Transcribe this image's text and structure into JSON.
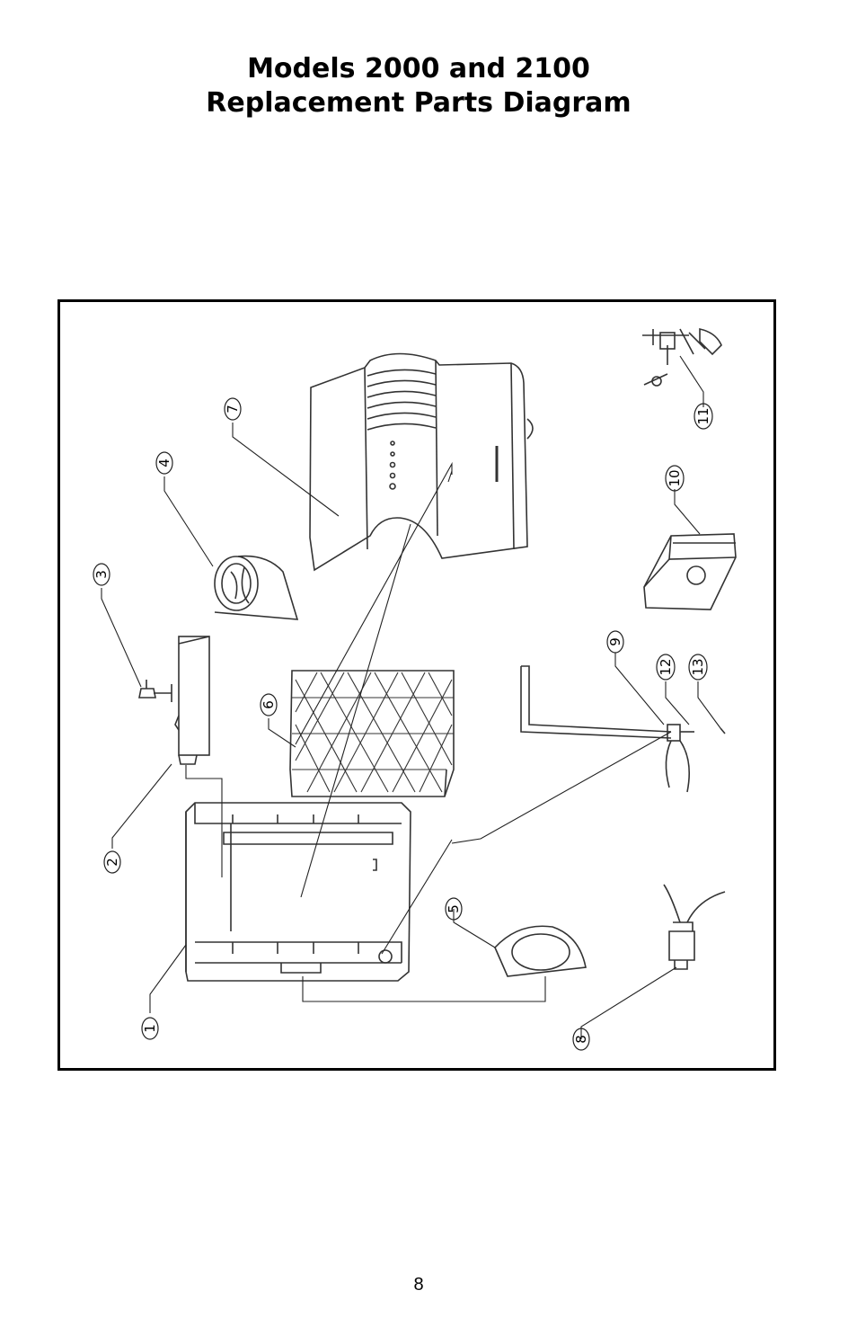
{
  "title": {
    "line1": "Models 2000 and 2100",
    "line2": "Replacement Parts Diagram"
  },
  "diagram": {
    "callouts": [
      "1",
      "2",
      "3",
      "4",
      "5",
      "6",
      "7",
      "8",
      "9",
      "10",
      "11",
      "12",
      "13"
    ]
  },
  "page_number": "8"
}
